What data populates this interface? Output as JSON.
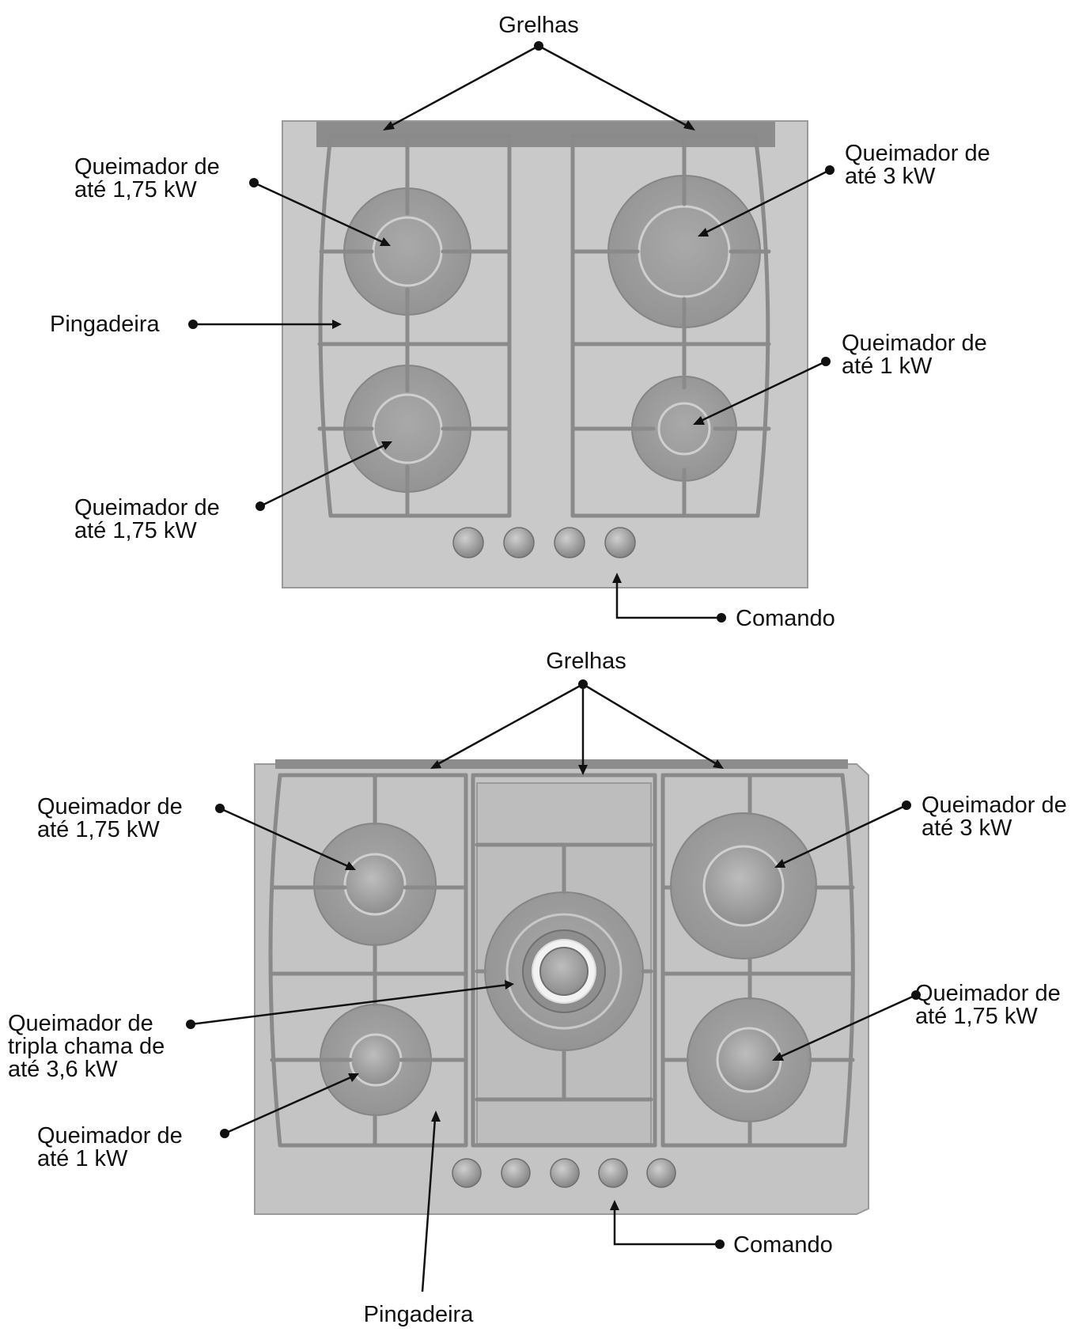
{
  "diagram1": {
    "labels": {
      "grates": "Grelhas",
      "burner_top_left": [
        "Queimador de",
        "até 1,75 kW"
      ],
      "burner_top_right": [
        "Queimador de",
        "até 3 kW"
      ],
      "drip_tray": "Pingadeira",
      "burner_bottom_right": [
        "Queimador de",
        "até 1 kW"
      ],
      "burner_bottom_left": [
        "Queimador de",
        "até 1,75 kW"
      ],
      "control": "Comando"
    }
  },
  "diagram2": {
    "labels": {
      "grates": "Grelhas",
      "burner_top_left": [
        "Queimador de",
        "até 1,75 kW"
      ],
      "burner_top_right": [
        "Queimador de",
        "até 3 kW"
      ],
      "burner_triple": [
        "Queimador de",
        "tripla chama de",
        "até 3,6 kW"
      ],
      "burner_bottom_right": [
        "Queimador de",
        "até 1,75 kW"
      ],
      "burner_bottom_left": [
        "Queimador de",
        "até 1 kW"
      ],
      "control": "Comando",
      "drip_tray": "Pingadeira"
    }
  },
  "colors": {
    "panel": "#c8c8c8",
    "burner": "#9c9c9c",
    "grate": "#8a8a8a",
    "line": "#111111"
  }
}
